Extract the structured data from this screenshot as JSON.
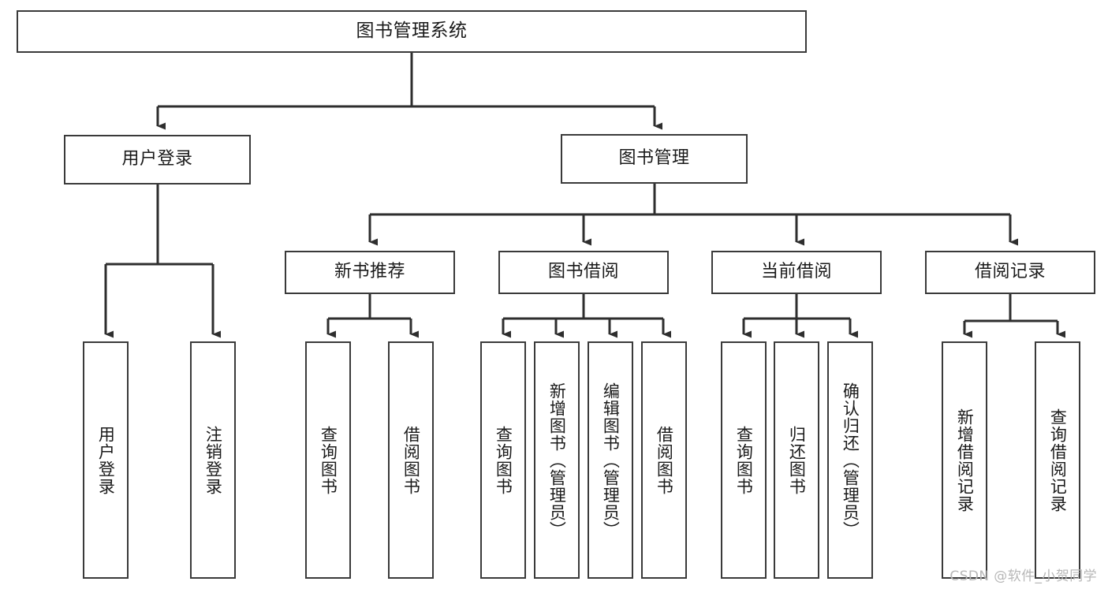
{
  "diagram": {
    "title": "图书管理系统",
    "type": "tree-hierarchy-chart",
    "watermark": "CSDN @软件_小贺同学",
    "colors": {
      "box_border": "#3a3a3a",
      "box_fill": "#ffffff",
      "connector": "#2e2e2e",
      "text": "#1a1a1a",
      "watermark": "#b7b7b7",
      "background": "#ffffff"
    },
    "root": {
      "label": "图书管理系统",
      "orientation": "horizontal"
    },
    "level2": [
      {
        "label": "用户登录",
        "orientation": "horizontal"
      },
      {
        "label": "图书管理",
        "orientation": "horizontal"
      }
    ],
    "level3": [
      {
        "label": "新书推荐",
        "orientation": "horizontal"
      },
      {
        "label": "图书借阅",
        "orientation": "horizontal"
      },
      {
        "label": "当前借阅",
        "orientation": "horizontal"
      },
      {
        "label": "借阅记录",
        "orientation": "horizontal"
      }
    ],
    "leaves": {
      "user_login": [
        {
          "label": "用户登录",
          "orientation": "vertical"
        },
        {
          "label": "注销登录",
          "orientation": "vertical"
        }
      ],
      "new_book_recommend": [
        {
          "label": "查询图书",
          "orientation": "vertical"
        },
        {
          "label": "借阅图书",
          "orientation": "vertical"
        }
      ],
      "book_borrow": [
        {
          "label": "查询图书",
          "orientation": "vertical"
        },
        {
          "label": "新增图书（管理员）",
          "orientation": "vertical"
        },
        {
          "label": "编辑图书（管理员）",
          "orientation": "vertical"
        },
        {
          "label": "借阅图书",
          "orientation": "vertical"
        }
      ],
      "current_borrow": [
        {
          "label": "查询图书",
          "orientation": "vertical"
        },
        {
          "label": "归还图书",
          "orientation": "vertical"
        },
        {
          "label": "确认归还（管理员）",
          "orientation": "vertical"
        }
      ],
      "borrow_record": [
        {
          "label": "新增借阅记录",
          "orientation": "vertical"
        },
        {
          "label": "查询借阅记录",
          "orientation": "vertical"
        }
      ]
    }
  }
}
